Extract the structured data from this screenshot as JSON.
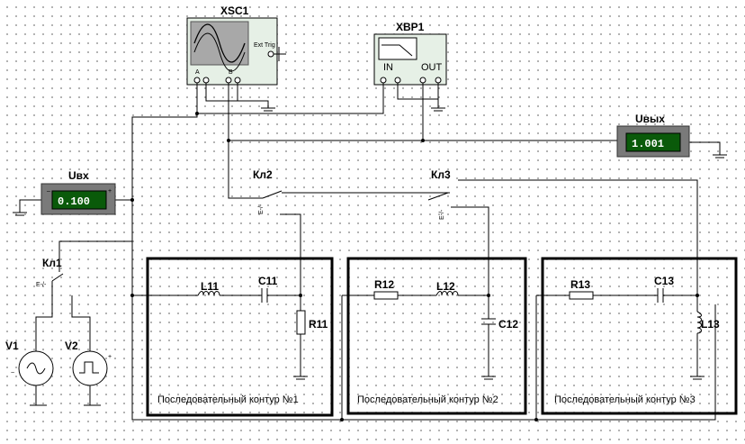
{
  "instruments": {
    "oscilloscope": {
      "name": "XSC1",
      "trigger_label": "Ext Trig",
      "ch_a": "A",
      "ch_b": "B"
    },
    "bode_plotter": {
      "name": "XBP1",
      "in_label": "IN",
      "out_label": "OUT"
    }
  },
  "meters": {
    "input": {
      "name": "Uвх",
      "value": "0.100"
    },
    "output": {
      "name": "Uвых",
      "value": "1.001"
    }
  },
  "switches": {
    "kl1": {
      "name": "Кл1",
      "key": "E-/-"
    },
    "kl2": {
      "name": "Кл2",
      "key": "E-/-"
    },
    "kl3": {
      "name": "Кл3",
      "key": "E-/-"
    }
  },
  "sources": {
    "v1": "V1",
    "v2": "V2"
  },
  "circuit1": {
    "title": "Последовательный контур №1",
    "l": "L11",
    "c": "C11",
    "r": "R11"
  },
  "circuit2": {
    "title": "Последовательный контур №2",
    "r": "R12",
    "l": "L12",
    "c": "C12"
  },
  "circuit3": {
    "title": "Последовательный контур №3",
    "r": "R13",
    "c": "C13",
    "l": "L13"
  },
  "colors": {
    "meter_display": "#0a5a0a",
    "meter_body": "#7a7a7a",
    "instrument_body": "#e6f0e6"
  }
}
